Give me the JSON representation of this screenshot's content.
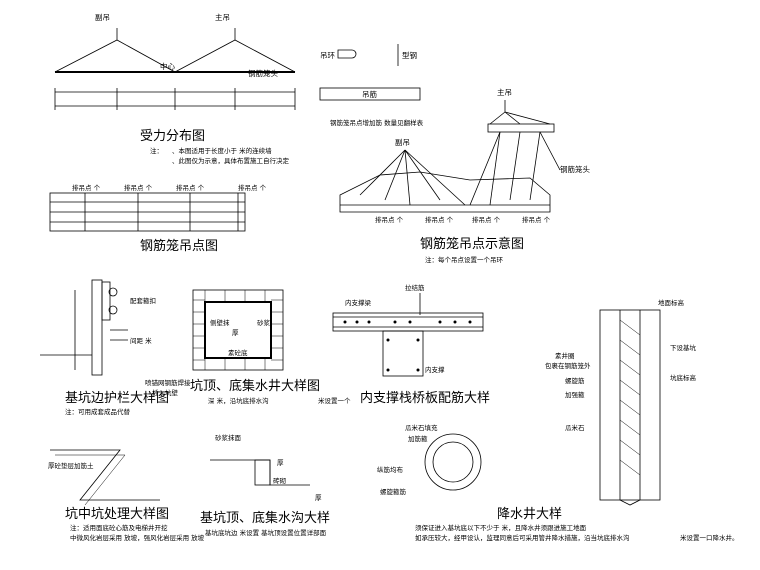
{
  "force_distribution": {
    "secondary_hook": "副吊",
    "main_hook": "主吊",
    "center": "中心",
    "cage_head": "钢筋笼头",
    "title": "受力分布图",
    "note_lead": "注：",
    "note_1": "、本图适用于长度小于    米的连续墙",
    "note_2": "、此图仅为示意，具体布置施工自行决定"
  },
  "hoist_rebar": {
    "ring": "吊环",
    "steel": "型钢",
    "hoist_bar": "吊筋",
    "caption": "钢筋笼吊点增加筋      数量见翻样表"
  },
  "lift_point_plan": {
    "label": "排吊点    个",
    "title": "钢筋笼吊点图"
  },
  "lift_schematic": {
    "main_hook": "主吊",
    "secondary_hook": "副吊",
    "cage_head": "钢筋笼头",
    "label": "排吊点    个",
    "title": "钢筋笼吊点示意图",
    "note": "注：每个吊点设置一个吊环"
  },
  "railing": {
    "clamp": "配套箍扣",
    "spacing": "间距    米",
    "mesh": "喷锚网钢筋焊接",
    "anchor": "插入坑壁",
    "title": "基坑边护栏大样图",
    "note": "注：可用成套成品代替"
  },
  "sump": {
    "wall": "侧壁抹",
    "thick": "厚",
    "mortar": "砂浆",
    "floor": "素砼底",
    "title": "坑顶、底集水井大样图",
    "note": "深    米，沿坑底排水沟"
  },
  "beam": {
    "tie_bar": "拉结筋",
    "beam_label": "内支撑梁",
    "strut": "内支撑",
    "title": "内支撑栈桥板配筋大样",
    "note": "米设置一个"
  },
  "pit": {
    "cushion": "厚砼垫层加筋土",
    "title": "坑中坑处理大样图",
    "note_1": "注：适用面底砼心筋及电梯井开挖",
    "note_2": "中微风化岩层采用        放坡，强风化岩层采用        放坡"
  },
  "ditch": {
    "top": "砂浆抹面",
    "thick": "厚",
    "bottom": "砖砌",
    "mid_thick": "厚",
    "title": "基坑顶、底集水沟大样",
    "note": "基坑底坑边      米设置  基坑顶设置位置详部面"
  },
  "well_section": {
    "gravel_fill": "瓜米石填充",
    "rib": "加筋箍",
    "filter": "纵筋均布",
    "pipe": "螺旋箍筋"
  },
  "well": {
    "ground": "地面标高",
    "casing": "素井圈",
    "wrap": "包裹在钢筋笼外",
    "spiral": "螺旋筋",
    "add_bar": "加强箍",
    "gravel": "瓜米石",
    "depth": "下设基坑",
    "below": "坑底标高",
    "title": "降水井大样",
    "note_1": "须保证进入基坑底以下不少于    米，且降水井须跟进施工地面",
    "note_2": "如承压较大，经甲设认，监理同意后可采用管井降水措施，沿当坑底排水沟",
    "note_3": "米设置一口降水井。"
  }
}
